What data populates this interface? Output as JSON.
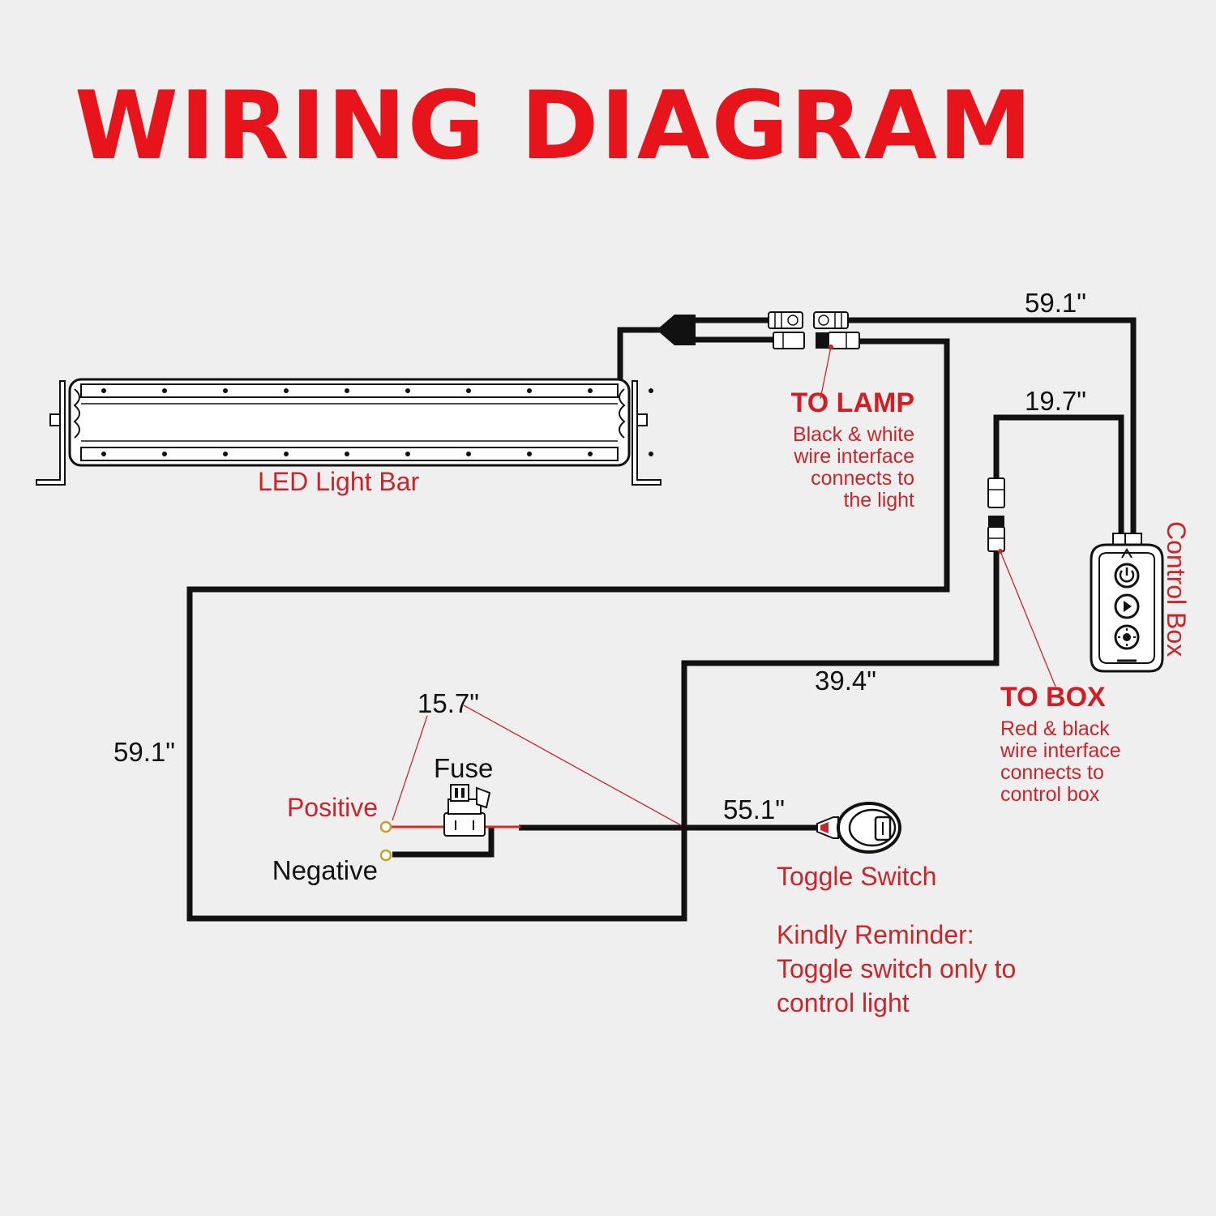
{
  "title": "WIRING DIAGRAM",
  "components": {
    "light_bar": "LED Light Bar",
    "control_box": "Control Box",
    "toggle_switch": "Toggle Switch",
    "fuse": "Fuse",
    "positive": "Positive",
    "negative": "Negative"
  },
  "to_lamp": {
    "heading": "TO LAMP",
    "lines": [
      "Black & white",
      "wire interface",
      "connects to",
      "the light"
    ]
  },
  "to_box": {
    "heading": "TO BOX",
    "lines": [
      "Red & black",
      "wire interface",
      "connects to",
      "control box"
    ]
  },
  "lengths": {
    "top_right": "59.1\"",
    "box_lead": "19.7\"",
    "middle": "39.4\"",
    "left_loop": "59.1\"",
    "battery_leads": "15.7\"",
    "switch_lead": "55.1\""
  },
  "reminder": [
    "Kindly Reminder:",
    "Toggle switch only to",
    "control light"
  ],
  "colors": {
    "title": "#e8141b",
    "label": "#c8262b",
    "wire": "#111111",
    "positive_wire": "#d42a2a",
    "terminal": "#c9a227",
    "background": "#efefef"
  }
}
